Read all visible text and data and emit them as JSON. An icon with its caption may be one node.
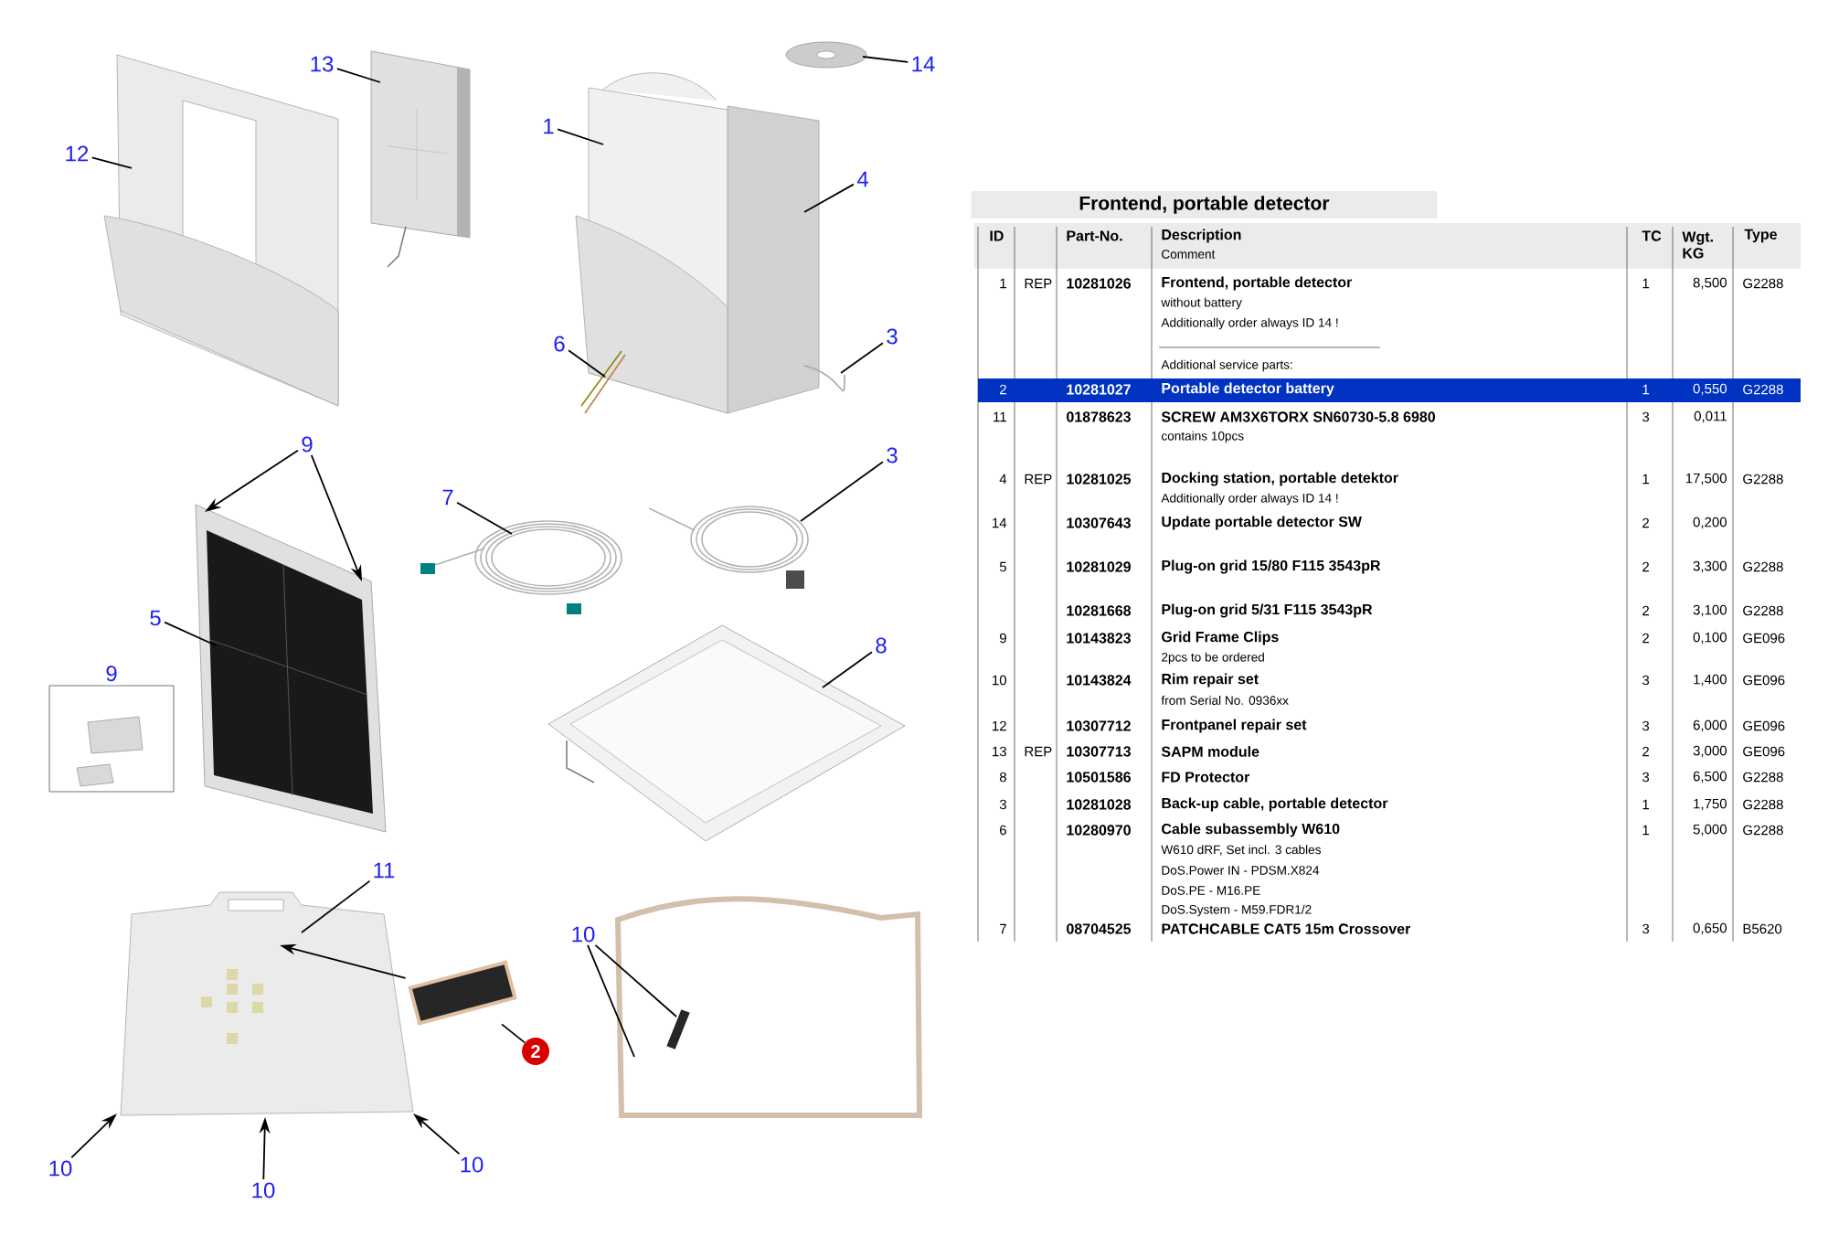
{
  "diagram": {
    "title": "Frontend, portable detector",
    "nodes": [
      {
        "text": [
          "13"
        ]
      },
      {
        "text": [
          "12"
        ]
      },
      {
        "text": [
          "1"
        ]
      },
      {
        "text": [
          "14"
        ]
      },
      {
        "text": [
          "4"
        ]
      },
      {
        "text": [
          "6"
        ]
      },
      {
        "text": [
          "3"
        ]
      },
      {
        "text": [
          "9"
        ]
      },
      {
        "text": [
          "7"
        ]
      },
      {
        "text": [
          "3"
        ]
      },
      {
        "text": [
          "5"
        ]
      },
      {
        "text": [
          "8"
        ]
      },
      {
        "text": [
          "9"
        ]
      },
      {
        "text": [
          "11"
        ]
      },
      {
        "text": [
          "10"
        ]
      },
      {
        "text": [],
        "shape": "picture"
      },
      {
        "text": [
          "2"
        ]
      },
      {
        "text": [
          "10"
        ]
      },
      {
        "text": [
          "10"
        ]
      },
      {
        "text": [
          "10"
        ]
      },
      {
        "text": [],
        "shape": "picture"
      },
      {
        "text": [],
        "shape": "picture"
      },
      {
        "text": [],
        "shape": "picture"
      },
      {
        "text": [],
        "shape": "picture"
      },
      {
        "text": [],
        "shape": "picture"
      },
      {
        "text": [],
        "shape": "picture"
      },
      {
        "text": [],
        "shape": "picture"
      },
      {
        "text": [],
        "shape": "picture"
      },
      {
        "text": [],
        "shape": "picture"
      },
      {
        "text": [],
        "shape": "picture"
      }
    ],
    "edges": [
      {
        "from": 0,
        "to": 21,
        "arrow": "none"
      },
      {
        "from": 1,
        "to": 20,
        "arrow": "none"
      },
      {
        "from": 2,
        "to": 22,
        "arrow": "none"
      },
      {
        "from": 3,
        "to": 23,
        "arrow": "none"
      },
      {
        "from": 4,
        "to": 22,
        "arrow": "none"
      },
      {
        "from": 5,
        "to": 22,
        "arrow": "none"
      },
      {
        "from": 6,
        "to": 22,
        "arrow": "none"
      },
      {
        "from": 7,
        "to": 24,
        "arrow": "to"
      },
      {
        "from": 7,
        "to": 24,
        "arrow": "to"
      },
      {
        "from": 8,
        "to": 25,
        "arrow": "none"
      },
      {
        "from": 9,
        "to": 26,
        "arrow": "none"
      },
      {
        "from": 10,
        "to": 24,
        "arrow": "none"
      },
      {
        "from": 11,
        "to": 27,
        "arrow": "none"
      },
      {
        "from": 13,
        "to": 28,
        "arrow": "none"
      },
      {
        "from": 14,
        "to": 29,
        "arrow": "none"
      },
      {
        "from": 14,
        "to": 29,
        "arrow": "none"
      },
      {
        "from": 15,
        "to": 28,
        "arrow": "to"
      },
      {
        "from": 16,
        "to": 15,
        "arrow": "none"
      },
      {
        "from": 17,
        "to": 28,
        "arrow": "to"
      },
      {
        "from": 18,
        "to": 28,
        "arrow": "to"
      },
      {
        "from": 19,
        "to": 28,
        "arrow": "to"
      }
    ],
    "labels": [
      "ID",
      "Part-No.",
      "Description",
      "Comment",
      "TC",
      "Wgt. KG",
      "Type",
      "1",
      "REP",
      "10281026",
      "Frontend, portable detector",
      "without battery",
      "Additionally order always ID 14 !",
      "Additional service parts:",
      "1",
      "8,500",
      "G2288",
      "2",
      "10281027",
      "Portable detector battery",
      "1",
      "0,550",
      "G2288",
      "11",
      "01878623",
      "SCREW AM3X6TORX SN60730-5.8 6980",
      "contains 10pcs",
      "3",
      "0,011",
      "4",
      "REP",
      "10281025",
      "Docking station, portable detektor",
      "Additionally order always ID 14 !",
      "1",
      "17,500",
      "G2288",
      "14",
      "10307643",
      "Update portable detector SW",
      "2",
      "0,200",
      "5",
      "10281029",
      "Plug-on grid 15/80 F115 3543pR",
      "2",
      "3,300",
      "G2288",
      "10281668",
      "Plug-on grid 5/31 F115 3543pR",
      "2",
      "3,100",
      "G2288",
      "9",
      "10143823",
      "Grid Frame Clips",
      "2pcs to be ordered",
      "2",
      "0,100",
      "GE096",
      "10",
      "10143824",
      "Rim repair set",
      "from Serial No. 0936xx",
      "3",
      "1,400",
      "GE096",
      "12",
      "10307712",
      "Frontpanel repair set",
      "3",
      "6,000",
      "GE096",
      "13",
      "REP",
      "10307713",
      "SAPM module",
      "2",
      "3,000",
      "GE096",
      "8",
      "10501586",
      "FD Protector",
      "3",
      "6,500",
      "G2288",
      "3",
      "10281028",
      "Back-up cable, portable detector",
      "1",
      "1,750",
      "G2288",
      "6",
      "10280970",
      "Cable subassembly W610",
      "W610 dRF, Set incl. 3 cables",
      "DoS.Power IN - PDSM.X824",
      "DoS.PE - M16.PE",
      "DoS.System - M59.FDR1/2",
      "1",
      "5,000",
      "G2288",
      "7",
      "08704525",
      "PATCHCABLE CAT5 15m Crossover",
      "3",
      "0,650",
      "B5620"
    ]
  }
}
